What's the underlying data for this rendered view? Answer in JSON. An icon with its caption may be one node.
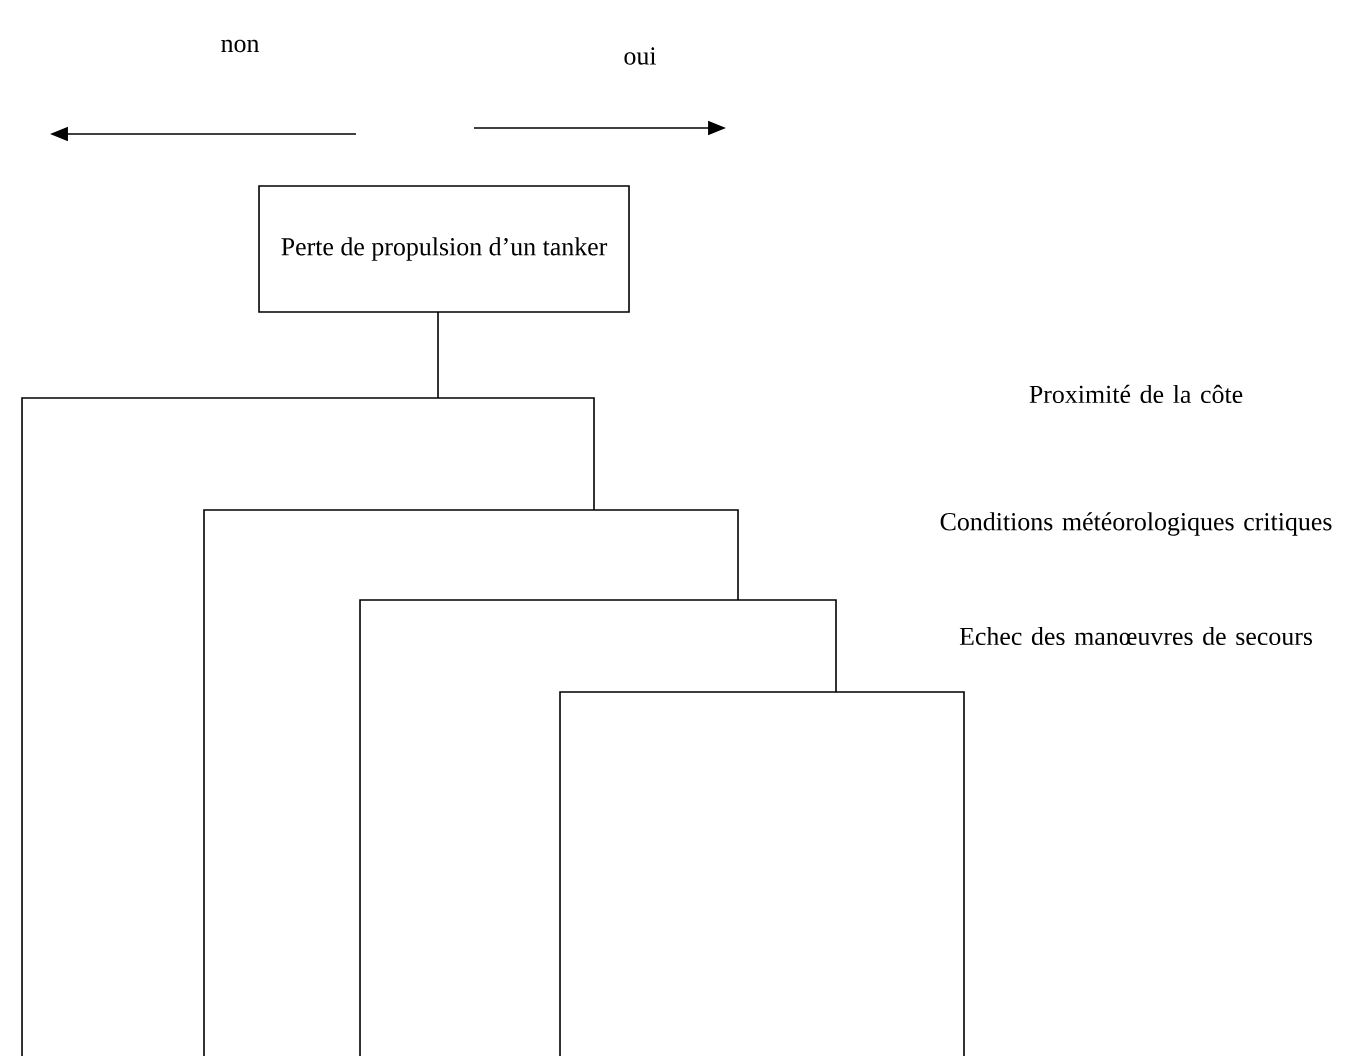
{
  "diagram": {
    "nodes": [
      {
        "text": [
          "Perte de propulsion d’un tanker"
        ]
      }
    ],
    "labels": [
      "non",
      "oui",
      "Proximité de la côte",
      "Conditions météorologiques critiques",
      "Echec des manœuvres de secours"
    ]
  }
}
